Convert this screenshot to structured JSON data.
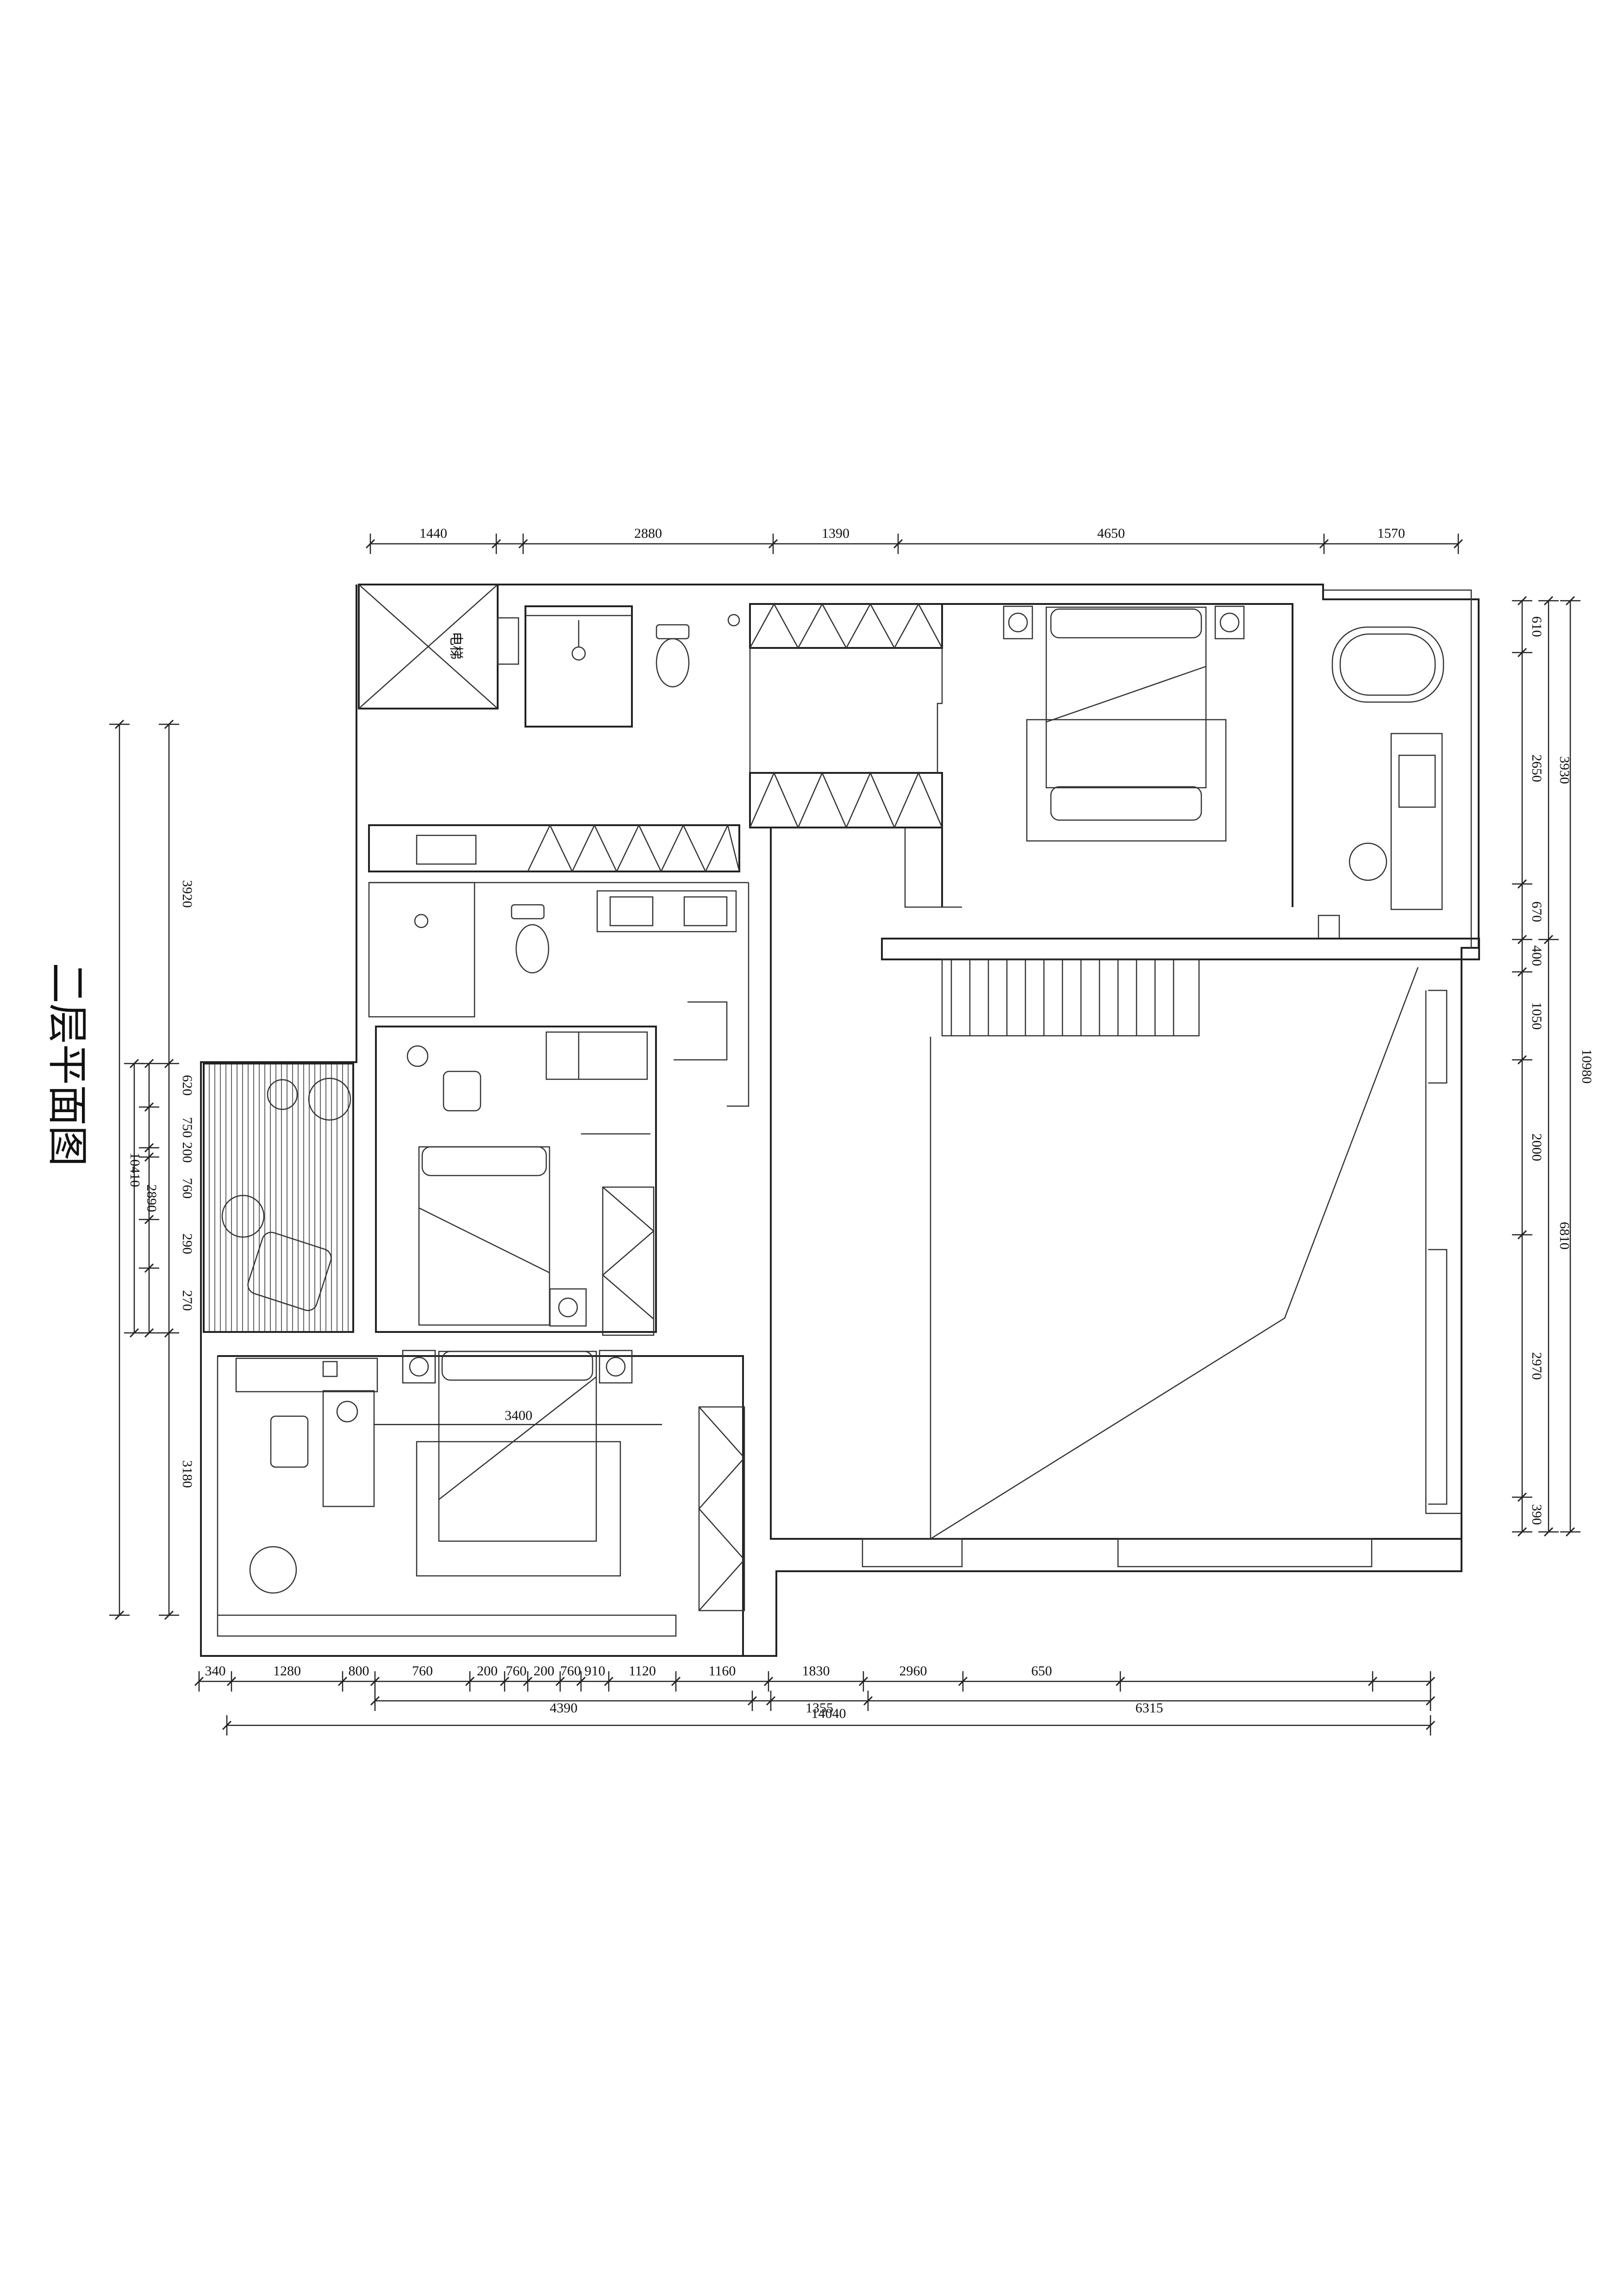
{
  "title": "二层平面图",
  "room_labels": {
    "elevator": "电梯"
  },
  "dimensions": {
    "top": [
      "1440",
      "2880",
      "1390",
      "4650",
      "1570"
    ],
    "bottom_row1": [
      "340",
      "1280",
      "800",
      "760",
      "200",
      "760",
      "200",
      "760",
      "910",
      "1120",
      "1160",
      "1830",
      "2960",
      "650"
    ],
    "bottom_row2": [
      "4390",
      "1355",
      "6315"
    ],
    "bottom_total": "14040",
    "left_outer": [
      "3920",
      "3180"
    ],
    "left_inner": [
      "620",
      "750",
      "200",
      "760",
      "290",
      "270"
    ],
    "left_inner_total": "2890",
    "left_total": "10410",
    "right_inner": [
      "610",
      "2650",
      "670",
      "400",
      "1050",
      "2000",
      "2970",
      "390"
    ],
    "right_mid": [
      "3930",
      "6810"
    ],
    "right_total": "10980"
  }
}
